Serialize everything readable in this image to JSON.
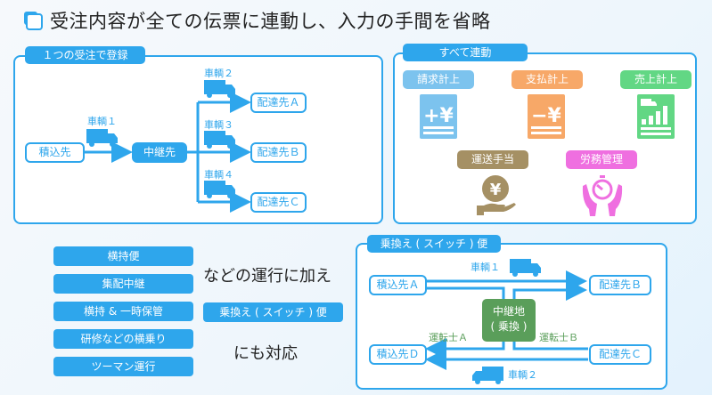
{
  "title": "受注内容が全ての伝票に連動し、入力の手間を省略",
  "left_panel": {
    "tag": "１つの受注で登録",
    "origin": "積込先",
    "hub": "中継先",
    "vehicles": [
      "車輌１",
      "車輌２",
      "車輌３",
      "車輌４"
    ],
    "destinations": [
      "配達先Ａ",
      "配達先Ｂ",
      "配達先Ｃ"
    ]
  },
  "right_panel": {
    "tag": "すべて連動",
    "items": [
      {
        "label": "請求計上",
        "icon": "yen-plus-document-icon",
        "color": "#7cc3ee"
      },
      {
        "label": "支払計上",
        "icon": "yen-minus-document-icon",
        "color": "#f7a868"
      },
      {
        "label": "売上計上",
        "icon": "sales-chart-document-icon",
        "color": "#62d784"
      },
      {
        "label": "運送手当",
        "icon": "yen-coin-hand-icon",
        "color": "#a59064"
      },
      {
        "label": "労務管理",
        "icon": "hands-stopwatch-icon",
        "color": "#ef6fe0"
      }
    ]
  },
  "services": {
    "items": [
      "横持便",
      "集配中継",
      "横持 & 一時保管",
      "研修などの横乗り",
      "ツーマン運行"
    ],
    "text1": "などの運行に加え",
    "highlight": "乗換え ( スイッチ ) 便",
    "text2": "にも対応"
  },
  "switch_panel": {
    "tag": "乗換え ( スイッチ ) 便",
    "vehicle1": "車輌１",
    "vehicle2": "車輌２",
    "origin_a": "積込先Ａ",
    "origin_d": "積込先Ｄ",
    "dest_b": "配達先Ｂ",
    "dest_c": "配達先Ｃ",
    "hub_line1": "中継地",
    "hub_line2": "( 乗換 )",
    "driver_a": "運転士Ａ",
    "driver_b": "運転士Ｂ"
  },
  "colors": {
    "accent": "#2ea6ec",
    "hub_green": "#5a9e5a"
  }
}
